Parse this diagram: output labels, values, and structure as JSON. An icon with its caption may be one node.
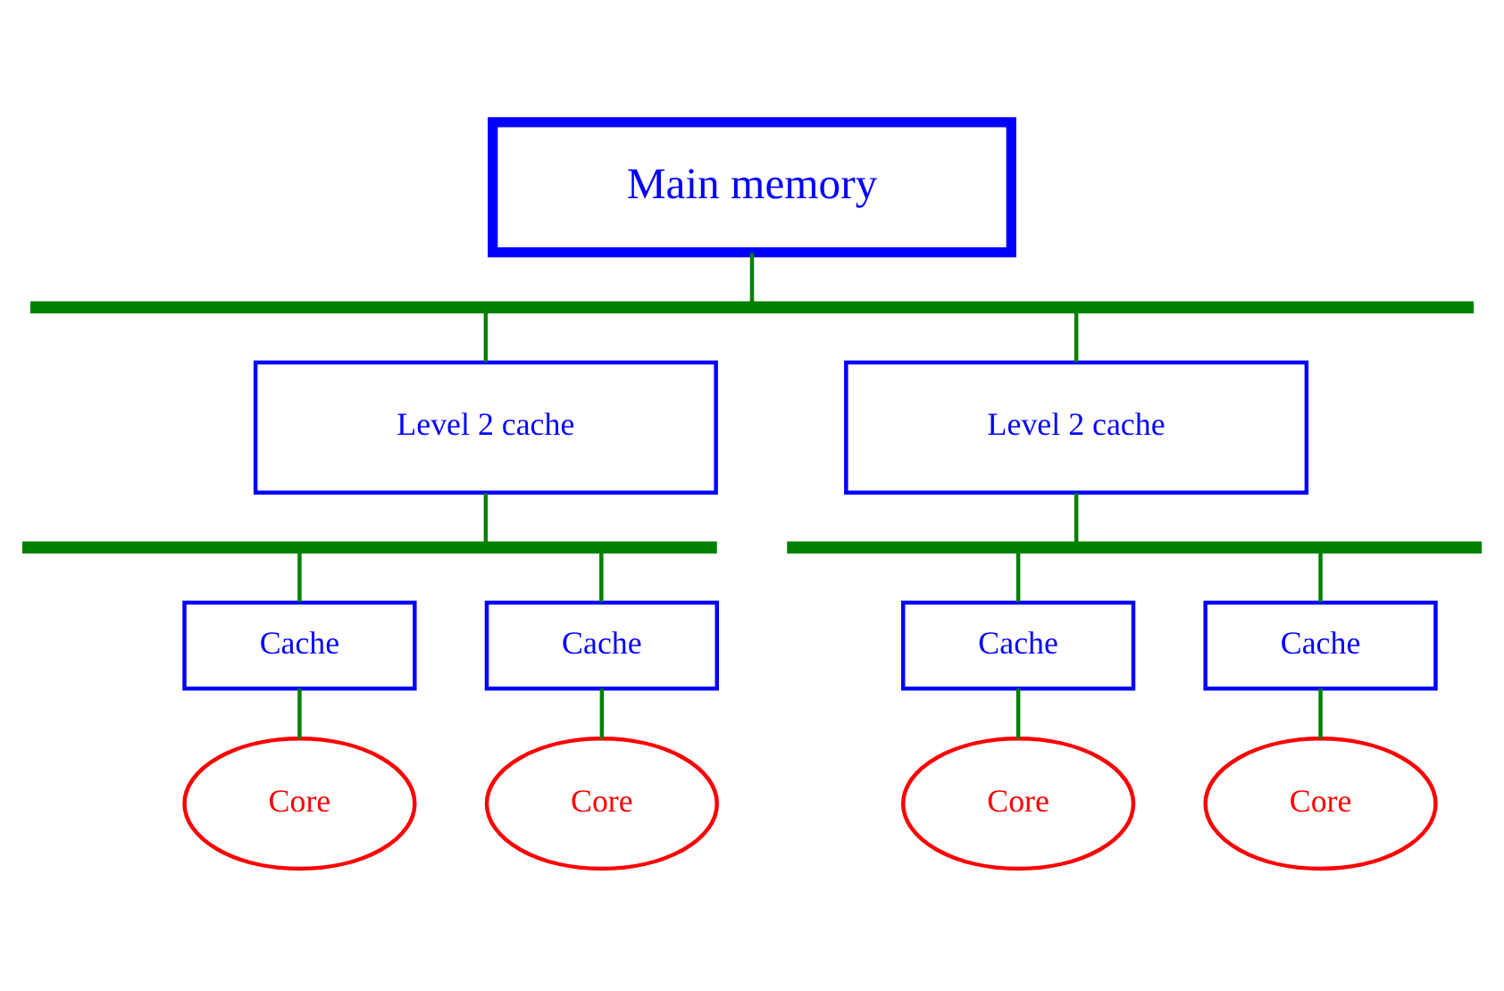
{
  "diagram": {
    "nodes": [
      {
        "text": [
          "Main memory"
        ]
      },
      {
        "text": [],
        "shape": "bar"
      },
      {
        "text": [
          "Level 2 cache"
        ]
      },
      {
        "text": [
          "Level 2 cache"
        ]
      },
      {
        "text": [],
        "shape": "bar"
      },
      {
        "text": [],
        "shape": "bar"
      },
      {
        "text": [
          "Cache"
        ]
      },
      {
        "text": [
          "Cache"
        ]
      },
      {
        "text": [
          "Cache"
        ]
      },
      {
        "text": [
          "Cache"
        ]
      },
      {
        "text": [
          "Core"
        ]
      },
      {
        "text": [
          "Core"
        ]
      },
      {
        "text": [
          "Core"
        ]
      },
      {
        "text": [
          "Core"
        ]
      }
    ],
    "edges": [
      {
        "from": 0,
        "to": 1,
        "arrow": "none"
      },
      {
        "from": 1,
        "to": 2,
        "arrow": "none"
      },
      {
        "from": 1,
        "to": 3,
        "arrow": "none"
      },
      {
        "from": 2,
        "to": 4,
        "arrow": "none"
      },
      {
        "from": 3,
        "to": 5,
        "arrow": "none"
      },
      {
        "from": 4,
        "to": 6,
        "arrow": "none"
      },
      {
        "from": 4,
        "to": 7,
        "arrow": "none"
      },
      {
        "from": 5,
        "to": 8,
        "arrow": "none"
      },
      {
        "from": 5,
        "to": 9,
        "arrow": "none"
      },
      {
        "from": 6,
        "to": 10,
        "arrow": "none"
      },
      {
        "from": 7,
        "to": 11,
        "arrow": "none"
      },
      {
        "from": 8,
        "to": 12,
        "arrow": "none"
      },
      {
        "from": 9,
        "to": 13,
        "arrow": "none"
      }
    ]
  }
}
